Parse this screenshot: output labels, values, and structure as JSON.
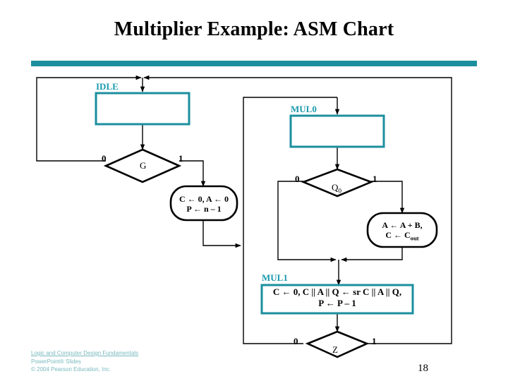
{
  "slide": {
    "title": "Multiplier Example: ASM Chart",
    "page_number": "18",
    "accent_color": "#1b8f9e",
    "state_label_color": "#1b9aad",
    "line_color": "#000000"
  },
  "footer": {
    "line1": "Logic and Computer Design Fundamentals",
    "line2": "PowerPoint® Slides",
    "line3": "© 2004 Pearson Education, Inc."
  },
  "chart_data": {
    "type": "diagram",
    "title": "Multiplier Example: ASM Chart",
    "states": [
      {
        "id": "IDLE",
        "label": "IDLE",
        "body": ""
      },
      {
        "id": "MUL0",
        "label": "MUL0",
        "body": ""
      },
      {
        "id": "MUL1",
        "label": "MUL1",
        "body_line1": "C ← 0, C || A || Q ← sr C || A || Q,",
        "body_line2": "P ← P – 1"
      }
    ],
    "decisions": [
      {
        "id": "G",
        "name": "G",
        "left_label": "0",
        "right_label": "1"
      },
      {
        "id": "Q0",
        "name": "Q",
        "name_sub": "0",
        "left_label": "0",
        "right_label": "1"
      },
      {
        "id": "Z",
        "name": "Z",
        "left_label": "0",
        "right_label": "1"
      }
    ],
    "conditional_outputs": [
      {
        "id": "init",
        "line1": "C ← 0, A ← 0",
        "line2": "P ← n – 1"
      },
      {
        "id": "add",
        "line1": "A ← A + B,",
        "line2": "C ← C",
        "line2_sub": "out"
      }
    ],
    "edges": [
      {
        "from": "entry",
        "to": "IDLE"
      },
      {
        "from": "IDLE",
        "to": "G"
      },
      {
        "from": "G",
        "label": "0",
        "to": "IDLE"
      },
      {
        "from": "G",
        "label": "1",
        "to": "init"
      },
      {
        "from": "init",
        "to": "MUL0"
      },
      {
        "from": "MUL0",
        "to": "Q0"
      },
      {
        "from": "Q0",
        "label": "0",
        "to": "MUL1"
      },
      {
        "from": "Q0",
        "label": "1",
        "to": "add"
      },
      {
        "from": "add",
        "to": "MUL1"
      },
      {
        "from": "MUL1",
        "to": "Z"
      },
      {
        "from": "Z",
        "label": "0",
        "to": "MUL0"
      },
      {
        "from": "Z",
        "label": "1",
        "to": "IDLE"
      }
    ]
  }
}
